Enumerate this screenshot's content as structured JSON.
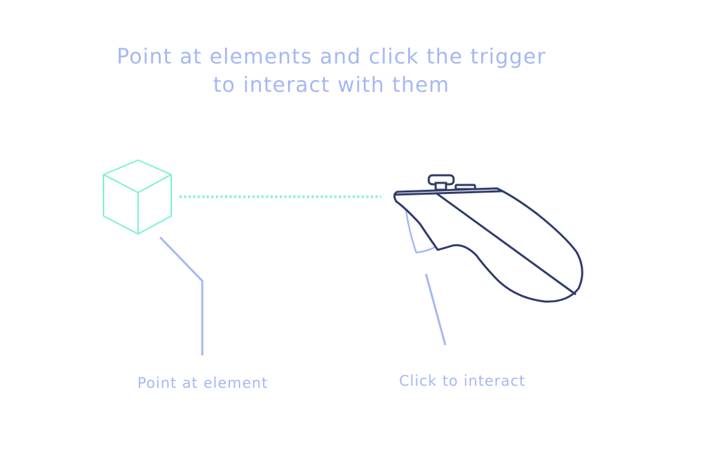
{
  "instruction": {
    "line1": "Point at elements and click the trigger",
    "line2": "to interact with them"
  },
  "captions": {
    "point": "Point at element",
    "click": "Click to interact"
  },
  "colors": {
    "background": "#ffffff",
    "text": "#a5b8f3",
    "cube": "#7cf4c4",
    "pointer_ray": "#7cf4c4",
    "leader_line": "#a5b8f3",
    "controller_outline": "#2f3b6b",
    "trigger": "#a5b8f3"
  },
  "icons": {
    "target": "cube-icon",
    "controller": "vr-controller-icon"
  }
}
